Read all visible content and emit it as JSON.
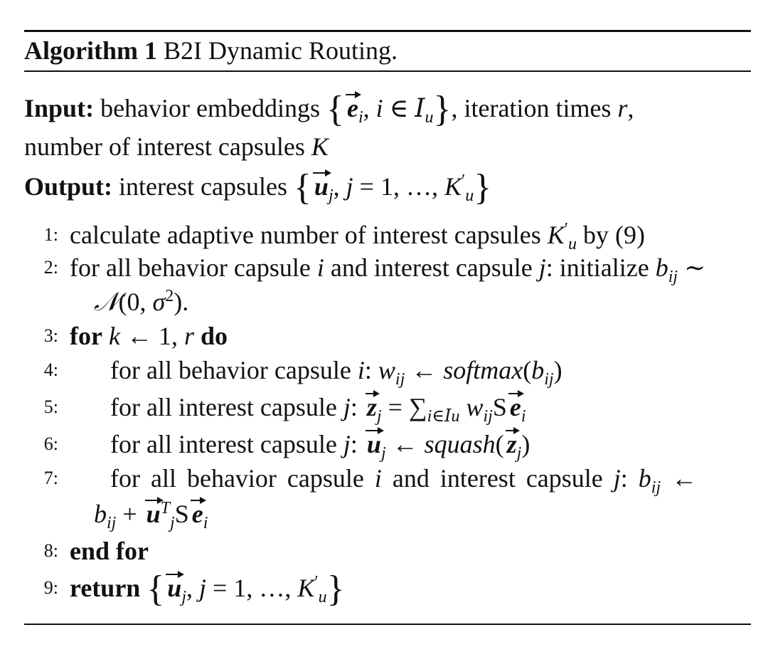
{
  "caption": {
    "label": "Algorithm 1",
    "title": "B2I Dynamic Routing."
  },
  "input": {
    "label": "Input:",
    "text_1": "behavior embeddings",
    "math": "e_i, i ∈ I_u",
    "text_2": ", iteration times",
    "var": "r",
    "text_3": ",",
    "cont": "number of interest capsules",
    "cont_var": "K"
  },
  "output": {
    "label": "Output:",
    "text_1": "interest capsules",
    "math": "u_j, j = 1, ..., K'_u"
  },
  "steps": [
    {
      "num": "1:",
      "text": "calculate adaptive number of interest capsules K'_u by (9)"
    },
    {
      "num": "2:",
      "text": "for all behavior capsule i and interest capsule j: initialize b_ij ~ N(0, σ^2)."
    },
    {
      "num": "3:",
      "text": "for k ← 1, r do"
    },
    {
      "num": "4:",
      "text": "for all behavior capsule i: w_ij ← softmax(b_ij)"
    },
    {
      "num": "5:",
      "text": "for all interest capsule j: z_j = Σ_{i∈I_u} w_ij S e_i"
    },
    {
      "num": "6:",
      "text": "for all interest capsule j: u_j ← squash(z_j)"
    },
    {
      "num": "7:",
      "text": "for all behavior capsule i and interest capsule j: b_ij ← b_ij + u_j^T S e_i"
    },
    {
      "num": "8:",
      "text": "end for"
    },
    {
      "num": "9:",
      "text": "return u_j, j = 1, ..., K'_u"
    }
  ],
  "tokens": {
    "sim": "∼",
    "normal": "𝒩",
    "larr": "←",
    "sum": "∑",
    "in": "∈",
    "softmax": "softmax",
    "squash": "squash",
    "S": "S",
    "for_kw": "for",
    "do_kw": "do",
    "end_for_kw": "end for",
    "return_kw": "return",
    "by_ref": "by (9)"
  }
}
